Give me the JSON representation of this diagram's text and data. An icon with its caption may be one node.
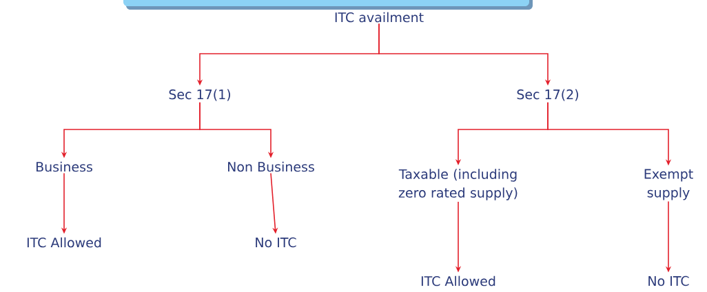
{
  "diagram": {
    "nodes": [
      {
        "text": [
          "ITC availment"
        ]
      },
      {
        "text": [
          "Sec 17(1)"
        ]
      },
      {
        "text": [
          "Sec 17(2)"
        ]
      },
      {
        "text": [
          "Business"
        ]
      },
      {
        "text": [
          "Non Business"
        ]
      },
      {
        "text": [
          "Taxable (including zero rated supply)"
        ]
      },
      {
        "text": [
          "Exempt supply"
        ]
      },
      {
        "text": [
          "ITC Allowed"
        ]
      },
      {
        "text": [
          "No ITC"
        ]
      },
      {
        "text": [
          "ITC Allowed"
        ]
      },
      {
        "text": [
          "No ITC"
        ]
      }
    ],
    "edges": [
      {
        "from": 0,
        "to": 1,
        "arrow": "to"
      },
      {
        "from": 0,
        "to": 2,
        "arrow": "to"
      },
      {
        "from": 1,
        "to": 3,
        "arrow": "to"
      },
      {
        "from": 1,
        "to": 4,
        "arrow": "to"
      },
      {
        "from": 2,
        "to": 5,
        "arrow": "to"
      },
      {
        "from": 2,
        "to": 6,
        "arrow": "to"
      },
      {
        "from": 3,
        "to": 7,
        "arrow": "to"
      },
      {
        "from": 4,
        "to": 8,
        "arrow": "to"
      },
      {
        "from": 5,
        "to": 9,
        "arrow": "to"
      },
      {
        "from": 6,
        "to": 10,
        "arrow": "to"
      }
    ]
  }
}
